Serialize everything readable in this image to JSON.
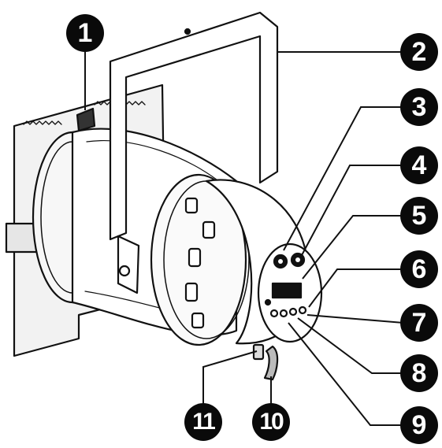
{
  "callouts": [
    {
      "label": "1"
    },
    {
      "label": "2"
    },
    {
      "label": "3"
    },
    {
      "label": "4"
    },
    {
      "label": "5"
    },
    {
      "label": "6"
    },
    {
      "label": "7"
    },
    {
      "label": "8"
    },
    {
      "label": "9"
    },
    {
      "label": "10"
    },
    {
      "label": "11"
    }
  ],
  "icons": [
    "stage-light-icon"
  ]
}
